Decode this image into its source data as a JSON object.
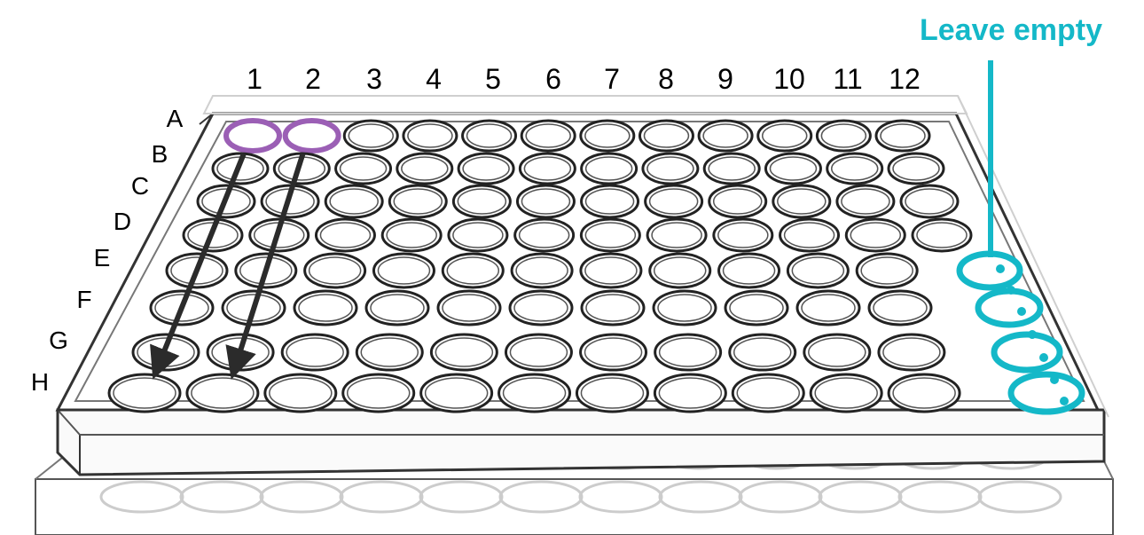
{
  "plate": {
    "column_labels": [
      "1",
      "2",
      "3",
      "4",
      "5",
      "6",
      "7",
      "8",
      "9",
      "10",
      "11",
      "12"
    ],
    "row_labels": [
      "A",
      "B",
      "C",
      "D",
      "E",
      "F",
      "G",
      "H"
    ]
  },
  "callout": {
    "text": "Leave empty",
    "color": "#14b8c8"
  },
  "highlights": {
    "start_wells": [
      {
        "row": "A",
        "col": "1"
      },
      {
        "row": "A",
        "col": "2"
      }
    ],
    "start_color": "#9b5fb5",
    "empty_wells": [
      {
        "row": "E",
        "col": "12"
      },
      {
        "row": "F",
        "col": "12"
      },
      {
        "row": "G",
        "col": "12"
      },
      {
        "row": "H",
        "col": "12"
      }
    ],
    "empty_color": "#14b8c8"
  },
  "arrows": [
    {
      "from": "A1",
      "to": "H1"
    },
    {
      "from": "A2",
      "to": "H2"
    }
  ],
  "colors": {
    "outline": "#222222",
    "faded": "#cccccc",
    "arrow": "#2b2b2b"
  }
}
